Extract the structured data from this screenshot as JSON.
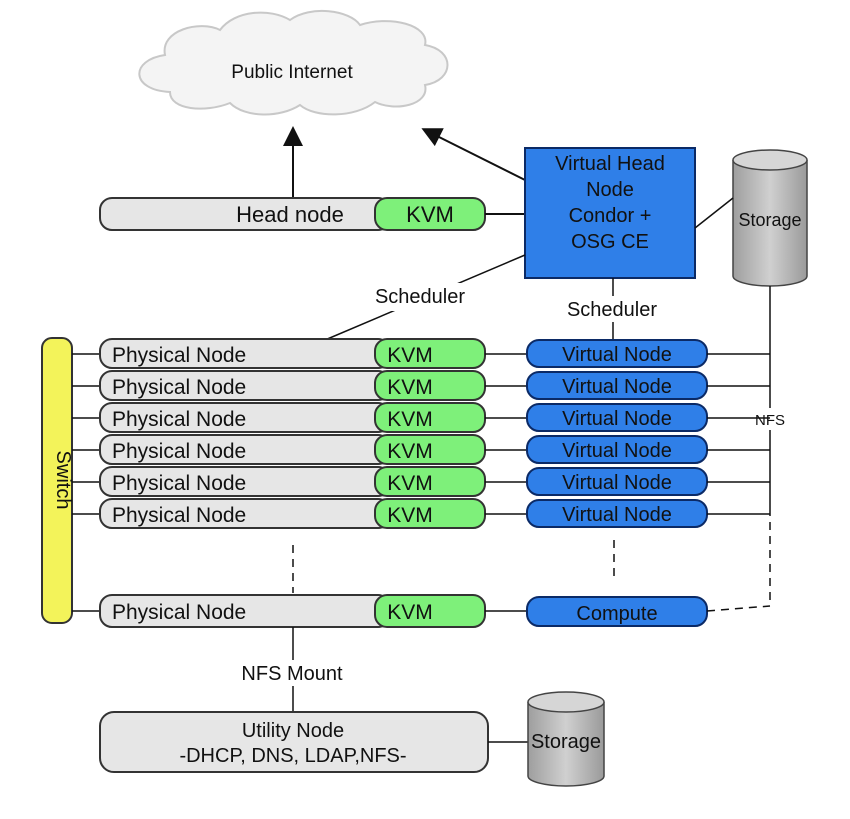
{
  "cloud": {
    "label": "Public Internet"
  },
  "head": {
    "node_label": "Head node",
    "kvm_label": "KVM",
    "virtual_head_lines": [
      "Virtual Head",
      "Node",
      "Condor +",
      "OSG CE"
    ]
  },
  "storage_top": {
    "label": "Storage"
  },
  "storage_bottom": {
    "label": "Storage"
  },
  "scheduler_left": "Scheduler",
  "scheduler_right": "Scheduler",
  "switch_label": "Switch",
  "nfs_label": "NFS",
  "rows": [
    {
      "physical": "Physical Node",
      "kvm": "KVM",
      "virtual": "Virtual Node"
    },
    {
      "physical": "Physical Node",
      "kvm": "KVM",
      "virtual": "Virtual Node"
    },
    {
      "physical": "Physical Node",
      "kvm": "KVM",
      "virtual": "Virtual Node"
    },
    {
      "physical": "Physical Node",
      "kvm": "KVM",
      "virtual": "Virtual Node"
    },
    {
      "physical": "Physical Node",
      "kvm": "KVM",
      "virtual": "Virtual Node"
    },
    {
      "physical": "Physical Node",
      "kvm": "KVM",
      "virtual": "Virtual Node"
    }
  ],
  "last_row": {
    "physical": "Physical Node",
    "kvm": "KVM",
    "virtual": "Compute"
  },
  "nfs_mount_label": "NFS Mount",
  "utility": {
    "title": "Utility Node",
    "services": "-DHCP, DNS, LDAP,NFS-"
  },
  "colors": {
    "physical_fill": "#e6e6e6",
    "kvm_fill": "#7ef07a",
    "virtual_fill": "#2f7fe8",
    "switch_fill": "#f3f35a",
    "storage_fill": "#b9b9b9"
  }
}
